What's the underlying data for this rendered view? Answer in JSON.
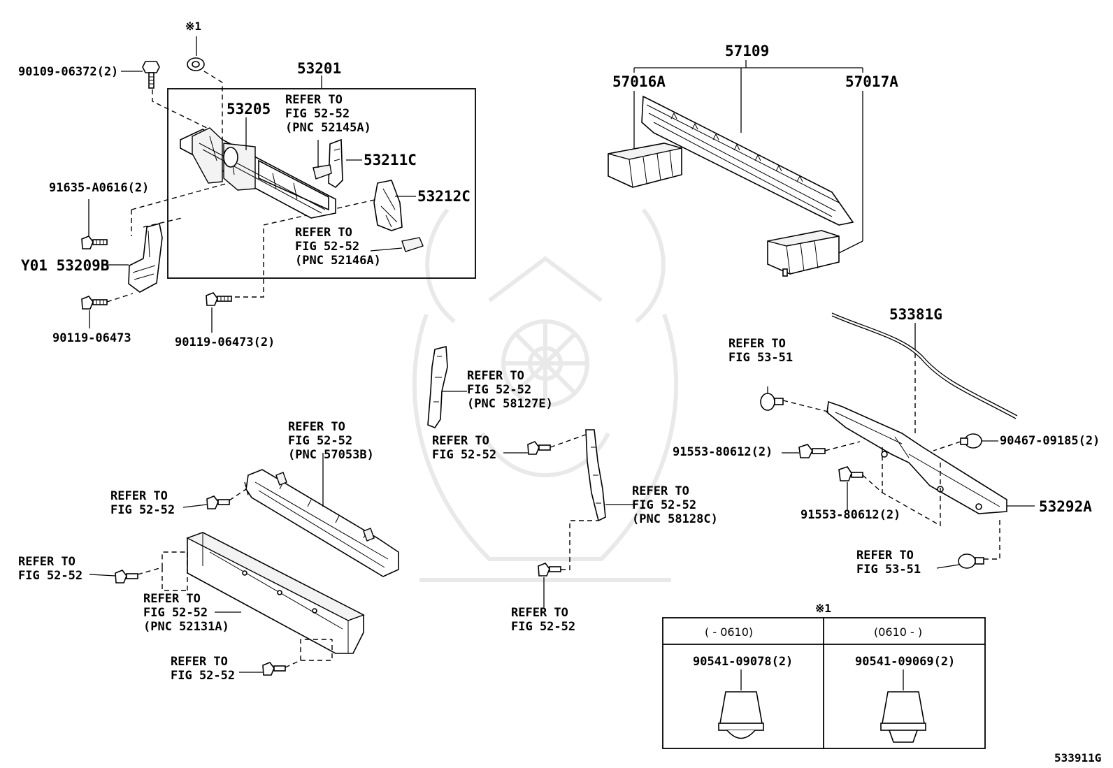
{
  "labels": {
    "p_90109": "90109-06372(2)",
    "note_mark": "※1",
    "p_53201": "53201",
    "p_53205": "53205",
    "ref_52145": [
      "REFER TO",
      "FIG 52-52",
      "(PNC 52145A)"
    ],
    "p_53211c": "53211C",
    "p_53212c": "53212C",
    "ref_52146": [
      "REFER TO",
      "FIG 52-52",
      "(PNC 52146A)"
    ],
    "p_91635": "91635-A0616(2)",
    "p_53209b": "Y01 53209B",
    "p_90119_a": "90119-06473",
    "p_90119_b": "90119-06473(2)",
    "p_57109": "57109",
    "p_57016a": "57016A",
    "p_57017a": "57017A",
    "p_53381g": "53381G",
    "ref_5351_a": [
      "REFER TO",
      "FIG 53-51"
    ],
    "p_91553_a": "91553-80612(2)",
    "p_90467": "90467-09185(2)",
    "p_91553_b": "91553-80612(2)",
    "p_53292a": "53292A",
    "ref_5351_b": [
      "REFER TO",
      "FIG 53-51"
    ],
    "ref_58127": [
      "REFER TO",
      "FIG 52-52",
      "(PNC 58127E)"
    ],
    "ref_5252_mid": [
      "REFER TO",
      "FIG 52-52"
    ],
    "ref_58128": [
      "REFER TO",
      "FIG 52-52",
      "(PNC 58128C)"
    ],
    "ref_5252_bottom": [
      "REFER TO",
      "FIG 52-52"
    ],
    "ref_57053": [
      "REFER TO",
      "FIG 52-52",
      "(PNC 57053B)"
    ],
    "ref_5252_left1": [
      "REFER TO",
      "FIG 52-52"
    ],
    "ref_5252_left2": [
      "REFER TO",
      "FIG 52-52"
    ],
    "ref_52131": [
      "REFER TO",
      "FIG 52-52",
      "(PNC 52131A)"
    ],
    "ref_5252_left3": [
      "REFER TO",
      "FIG 52-52"
    ],
    "diagram_id": "533911G"
  },
  "note_table": {
    "mark": "※1",
    "col1_header": "(    - 0610)",
    "col2_header": "(0610 -    )",
    "col1_part": "90541-09078(2)",
    "col2_part": "90541-09069(2)"
  }
}
